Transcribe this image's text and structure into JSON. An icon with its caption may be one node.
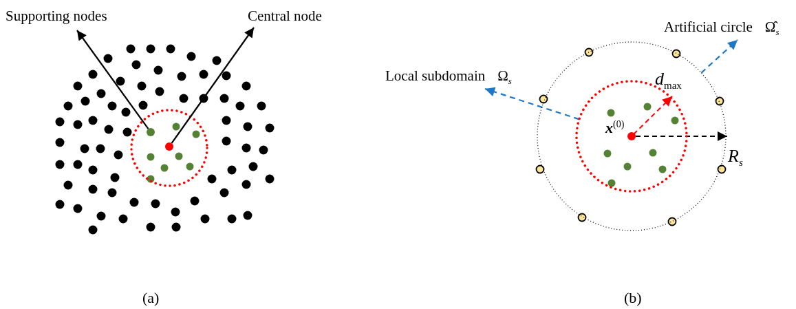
{
  "diagram": {
    "nodes": [
      {
        "text": [
          "Supporting nodes"
        ]
      },
      {
        "text": [
          "Central node"
        ]
      },
      {
        "text": [],
        "shape": "circle"
      },
      {
        "text": [],
        "shape": "circle"
      },
      {
        "text": [
          "Local subdomain",
          "Ω$_{s}$"
        ]
      },
      {
        "text": [
          "Artificial circle",
          "Ω̂$_{s}$"
        ]
      },
      {
        "text": [],
        "shape": "circle"
      },
      {
        "text": [],
        "shape": "circle",
        "in": 6
      }
    ],
    "edges": [
      {
        "from": 2,
        "to": 0,
        "arrow": "to"
      },
      {
        "from": 3,
        "to": 1,
        "arrow": "to"
      },
      {
        "from": 7,
        "to": 4,
        "arrow": "to",
        "style": "dashed",
        "color": "#1f77c8"
      },
      {
        "from": 6,
        "to": 5,
        "arrow": "to",
        "style": "dashed",
        "color": "#1f77c8"
      }
    ],
    "labels": [
      "**x**$^{(0)}$",
      "d$_{max}$",
      "R$_{s}$",
      "(a)",
      "(b)"
    ]
  }
}
